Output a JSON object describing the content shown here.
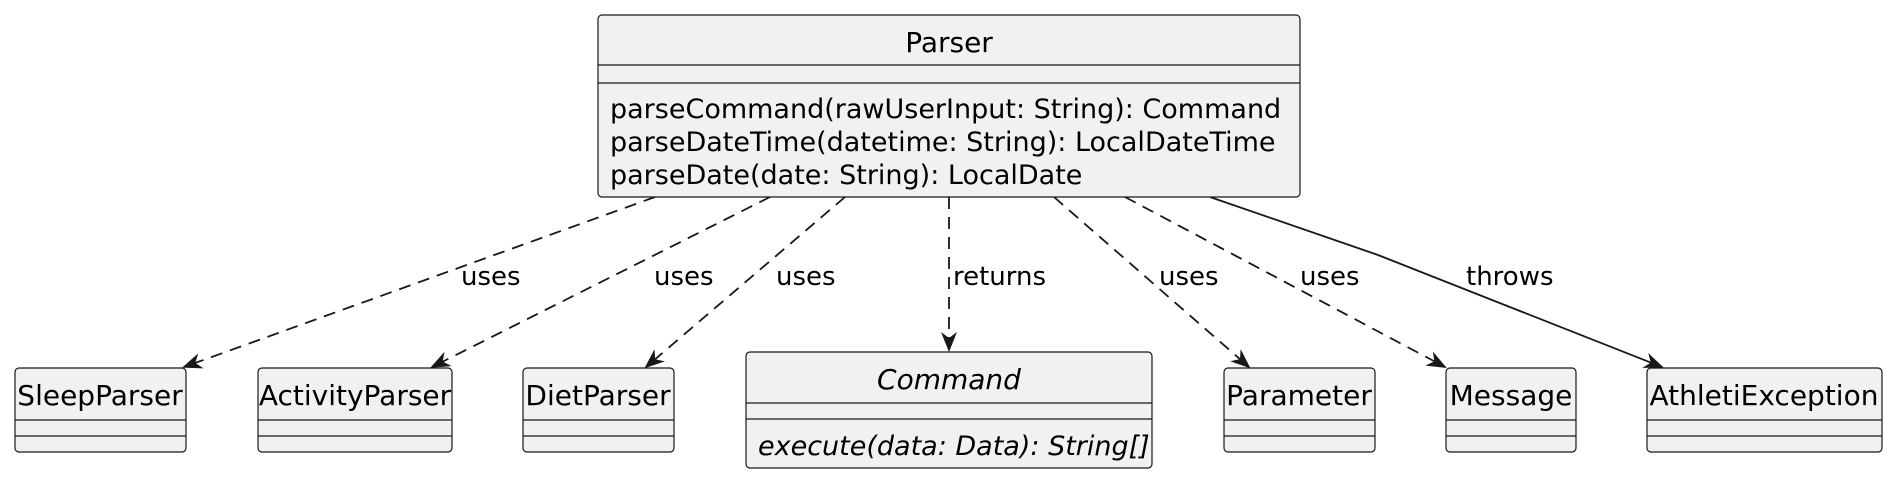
{
  "diagram": {
    "type": "uml-class-diagram",
    "classes": [
      {
        "id": "parser",
        "name": "Parser",
        "abstract": false,
        "methods": [
          "parseCommand(rawUserInput: String): Command",
          "parseDateTime(datetime: String): LocalDateTime",
          "parseDate(date: String): LocalDate"
        ]
      },
      {
        "id": "sleep-parser",
        "name": "SleepParser",
        "abstract": false,
        "methods": []
      },
      {
        "id": "activity-parser",
        "name": "ActivityParser",
        "abstract": false,
        "methods": []
      },
      {
        "id": "diet-parser",
        "name": "DietParser",
        "abstract": false,
        "methods": []
      },
      {
        "id": "command",
        "name": "Command",
        "abstract": true,
        "methods": [
          "execute(data: Data): String[]"
        ]
      },
      {
        "id": "parameter",
        "name": "Parameter",
        "abstract": false,
        "methods": []
      },
      {
        "id": "message",
        "name": "Message",
        "abstract": false,
        "methods": []
      },
      {
        "id": "athleti-exception",
        "name": "AthletiException",
        "abstract": false,
        "methods": []
      }
    ],
    "relations": [
      {
        "from": "parser",
        "to": "sleep-parser",
        "label": "uses",
        "style": "dashed"
      },
      {
        "from": "parser",
        "to": "activity-parser",
        "label": "uses",
        "style": "dashed"
      },
      {
        "from": "parser",
        "to": "diet-parser",
        "label": "uses",
        "style": "dashed"
      },
      {
        "from": "parser",
        "to": "command",
        "label": "returns",
        "style": "dashed"
      },
      {
        "from": "parser",
        "to": "parameter",
        "label": "uses",
        "style": "dashed"
      },
      {
        "from": "parser",
        "to": "message",
        "label": "uses",
        "style": "dashed"
      },
      {
        "from": "parser",
        "to": "athleti-exception",
        "label": "throws",
        "style": "solid"
      }
    ],
    "colors": {
      "box_fill": "#f1f1f1",
      "stroke": "#181818"
    }
  }
}
